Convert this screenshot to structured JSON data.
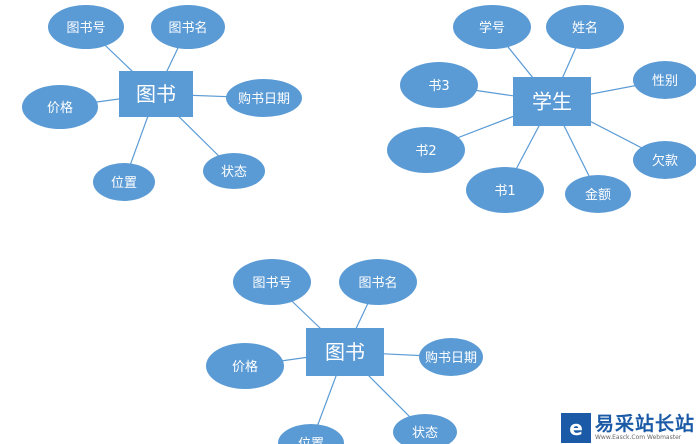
{
  "colors": {
    "fill": "#5b9bd5",
    "line": "#5b9bd5",
    "text": "#ffffff"
  },
  "diagrams": [
    {
      "entity": "图书",
      "attributes": [
        "图书号",
        "图书名",
        "价格",
        "购书日期",
        "位置",
        "状态"
      ]
    },
    {
      "entity": "学生",
      "attributes": [
        "学号",
        "姓名",
        "书3",
        "性别",
        "书2",
        "欠款",
        "书1",
        "金额"
      ]
    },
    {
      "entity": "图书",
      "attributes": [
        "图书号",
        "图书名",
        "价格",
        "购书日期",
        "位置",
        "状态"
      ]
    }
  ],
  "watermark": {
    "logo": "e",
    "title": "易采站长站",
    "subtitle": "Www.Easck.Com Webmaster"
  }
}
